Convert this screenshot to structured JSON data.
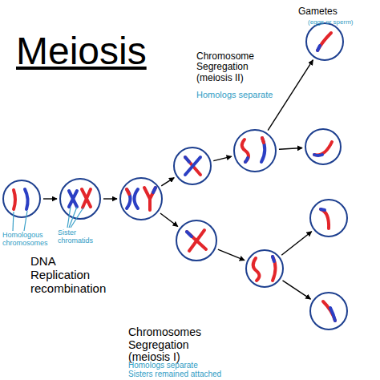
{
  "diagram": {
    "title": "Meiosis",
    "nodes": [
      {
        "text": []
      },
      {
        "text": []
      },
      {
        "text": []
      },
      {
        "text": []
      },
      {
        "text": []
      },
      {
        "text": []
      },
      {
        "text": []
      },
      {
        "text": []
      },
      {
        "text": []
      },
      {
        "text": []
      },
      {
        "text": []
      }
    ],
    "edges": [
      {
        "from": 0,
        "to": 1,
        "arrow": "to"
      },
      {
        "from": 1,
        "to": 2,
        "arrow": "to"
      },
      {
        "from": 2,
        "to": 3,
        "arrow": "to"
      },
      {
        "from": 2,
        "to": 7,
        "arrow": "to"
      },
      {
        "from": 3,
        "to": 4,
        "arrow": "to"
      },
      {
        "from": 4,
        "to": 5,
        "arrow": "to"
      },
      {
        "from": 4,
        "to": 6,
        "arrow": "to"
      },
      {
        "from": 7,
        "to": 8,
        "arrow": "to"
      },
      {
        "from": 8,
        "to": 9,
        "arrow": "to"
      },
      {
        "from": 8,
        "to": 10,
        "arrow": "to"
      }
    ],
    "labels": [
      "Gametes",
      "(eggs or sperm)",
      "Chromosome Segregation (meiosis II)",
      "Homologs separate",
      "Homologous chromosomes",
      "Sister chromatids",
      "DNA Replication recombination",
      "Chromosomes Segregation (meiosis I)",
      "Homologs separate",
      "Sisters remained attached"
    ]
  }
}
